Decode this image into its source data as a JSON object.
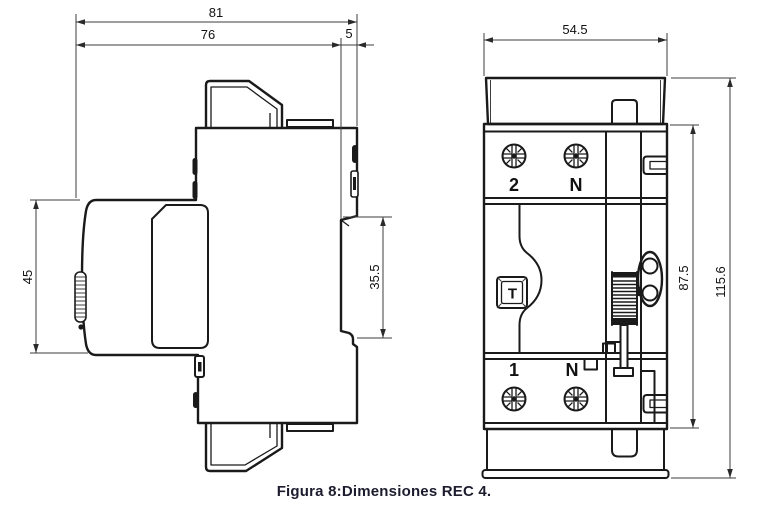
{
  "caption": "Figura 8:Dimensiones REC 4.",
  "side": {
    "dims": {
      "total_width": "81",
      "body_width": "76",
      "rail_step": "5",
      "front_height": "45",
      "recess_height": "35.5"
    }
  },
  "front": {
    "dims": {
      "width": "54.5",
      "body_height": "87.5",
      "total_height": "115.6"
    },
    "labels": {
      "terminal_top_left": "2",
      "terminal_top_right": "N",
      "terminal_bottom_left": "1",
      "terminal_bottom_right": "N",
      "test_button": "T"
    }
  },
  "colors": {
    "line": "#1a1a1a",
    "dimension_line": "#3d3d3d",
    "text": "#111111",
    "caption_text": "#1c1c2e",
    "background": "#ffffff"
  }
}
